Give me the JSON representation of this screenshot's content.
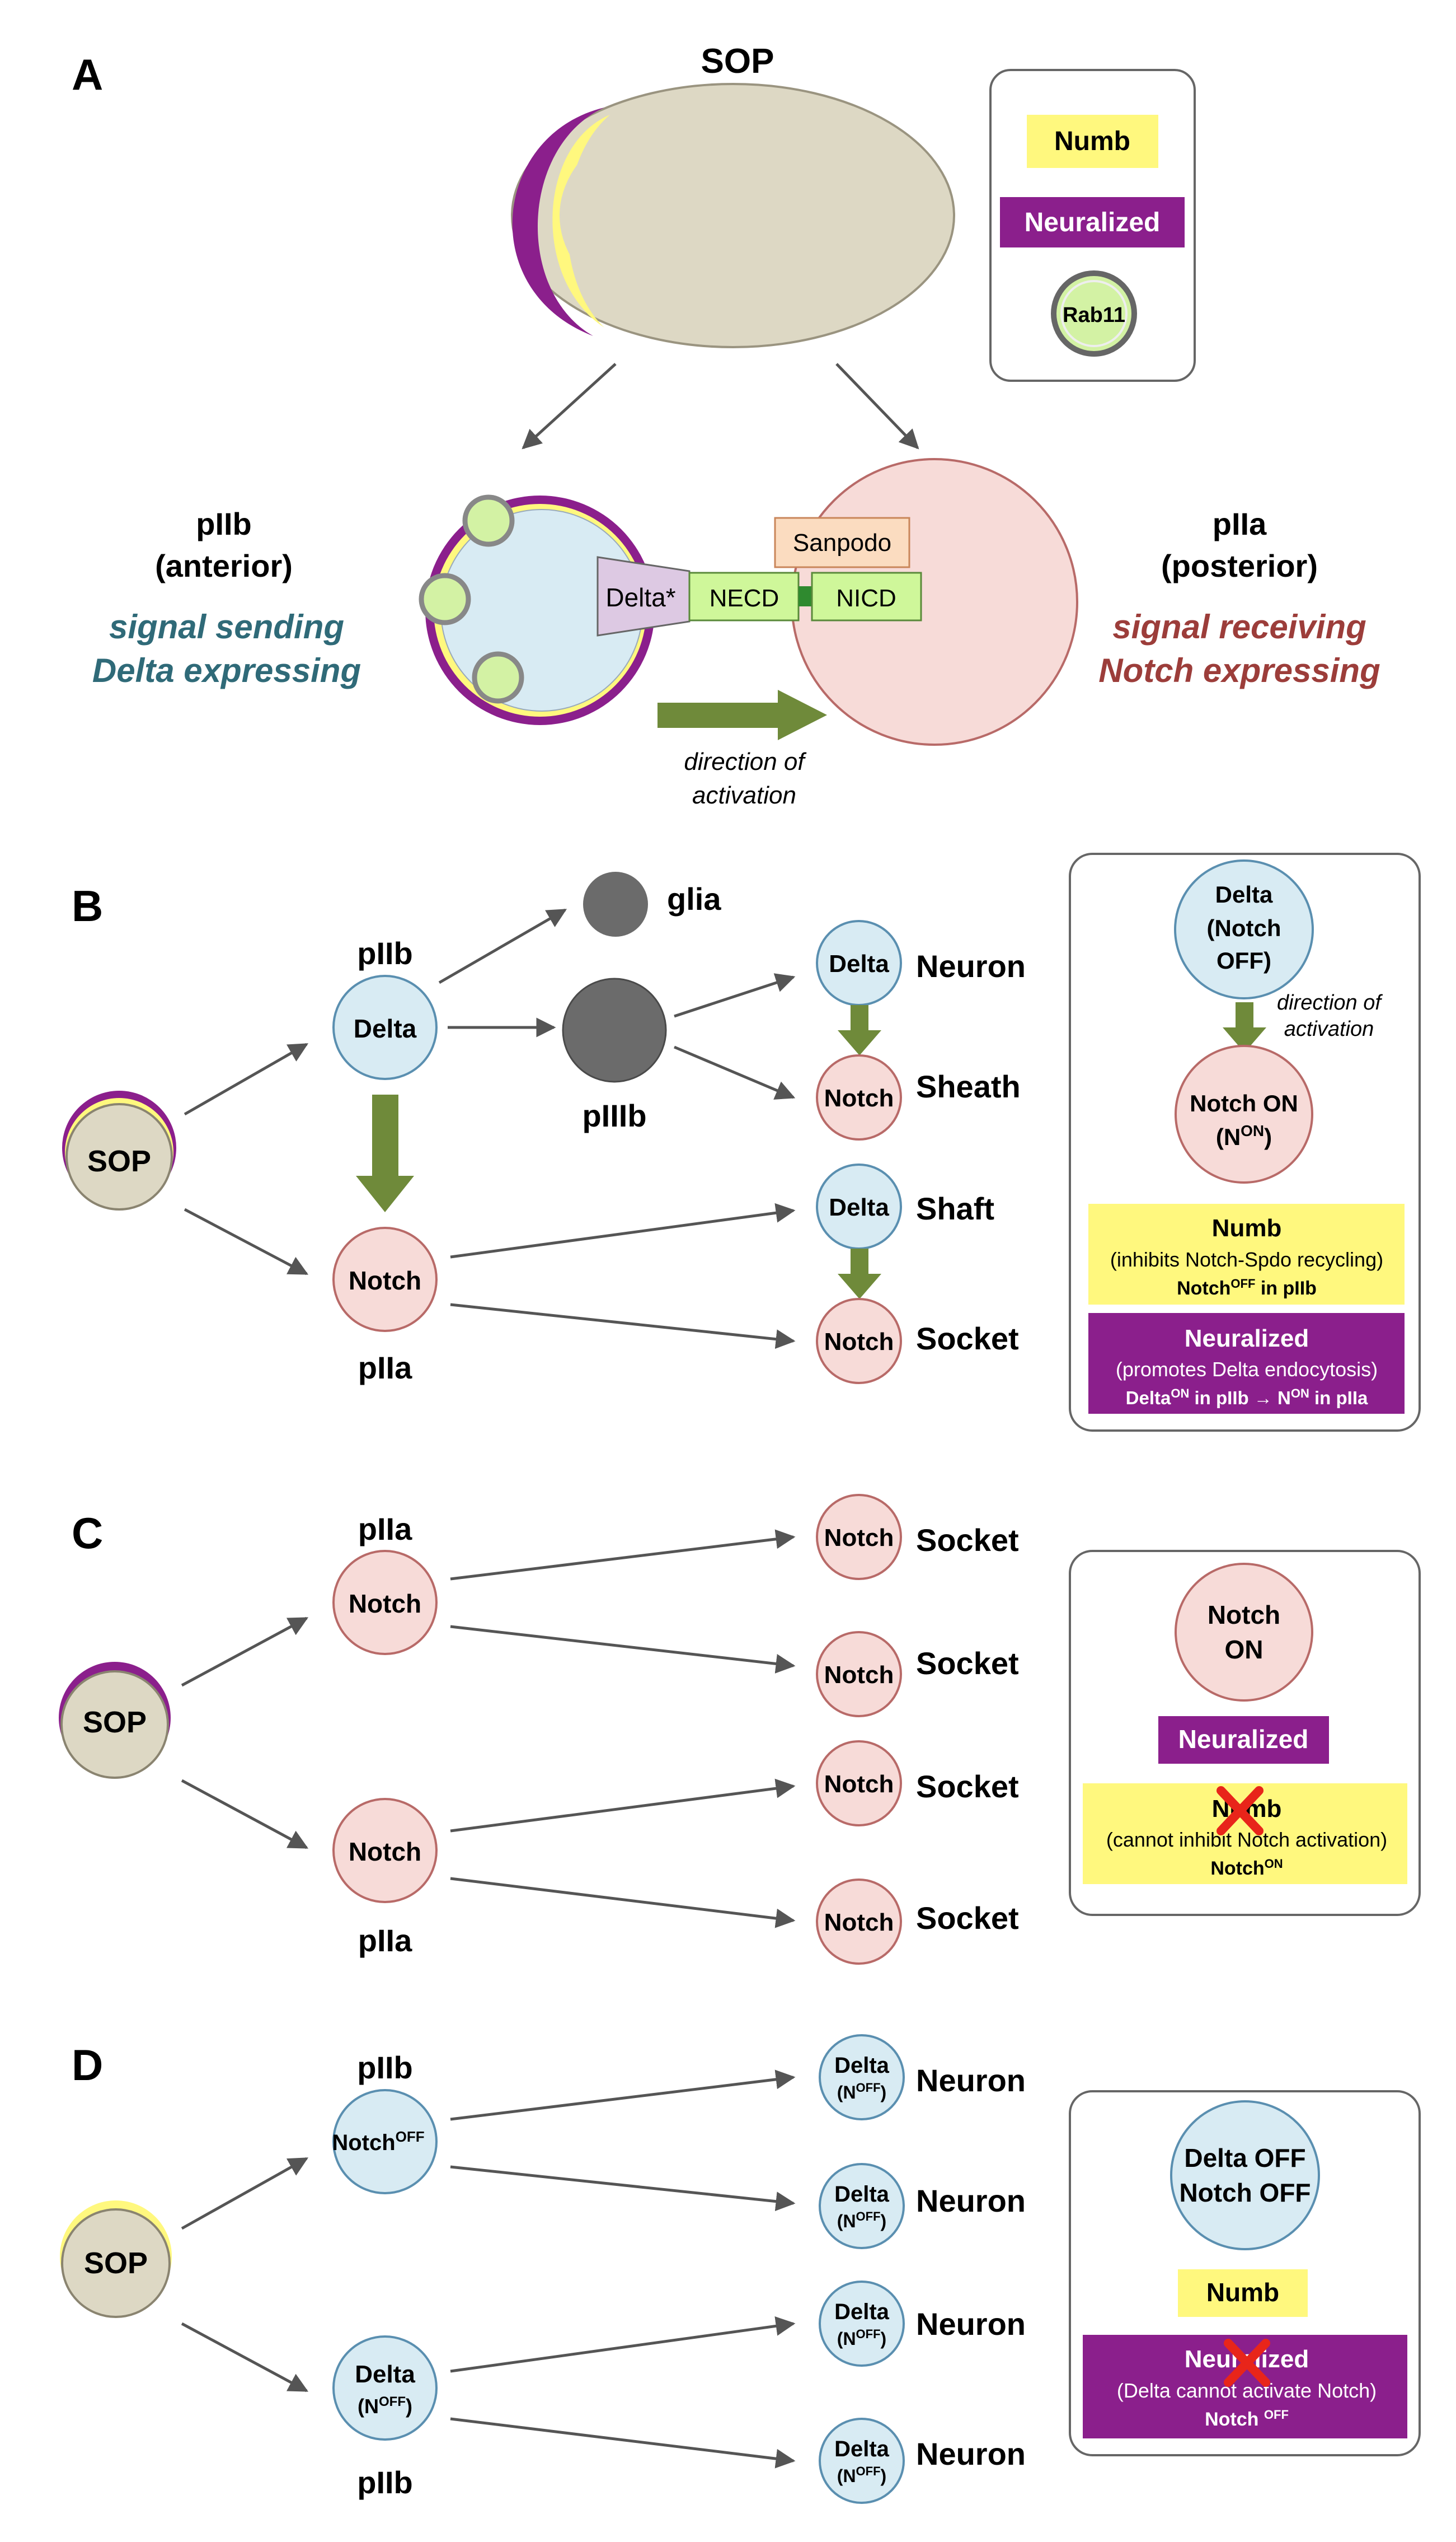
{
  "colors": {
    "delta_fill": "#d8ebf3",
    "delta_stroke": "#5a8fb0",
    "notch_fill": "#f7dbd8",
    "notch_stroke": "#b86a68",
    "sop_fill": "#ddd8c4",
    "sop_stroke": "#8a8470",
    "numb_yellow": "#fff87e",
    "neuralized_purple": "#8b1f8c",
    "rab11_green": "#d3f2a4",
    "activation_green": "#6f8a3a",
    "glia_gray": "#6b6b6b",
    "teal_text": "#2f6a78",
    "red_text": "#9c3d3a",
    "necd_green": "#cff79a",
    "sanpodo_orange": "#fbdcc0",
    "delta_ligand_purple": "#ddc9e3",
    "cross_red": "#e8251a"
  },
  "panelA": {
    "letter": "A",
    "sop_title": "SOP",
    "legend": {
      "numb": "Numb",
      "neuralized": "Neuralized",
      "rab11": "Rab11"
    },
    "piib_name": "pIIb",
    "piib_pos": "(anterior)",
    "piib_role1": "signal sending",
    "piib_role2": "Delta expressing",
    "piia_name": "pIIa",
    "piia_pos": "(posterior)",
    "piia_role1": "signal receiving",
    "piia_role2": "Notch expressing",
    "delta_label": "Delta*",
    "necd": "NECD",
    "nicd": "NICD",
    "sanpodo": "Sanpodo",
    "direction1": "direction of",
    "direction2": "activation"
  },
  "panelB": {
    "letter": "B",
    "sop": "SOP",
    "piib": "pIIb",
    "piia": "pIIa",
    "piiib": "pIIIb",
    "glia": "glia",
    "delta": "Delta",
    "notch": "Notch",
    "neuron": "Neuron",
    "sheath": "Sheath",
    "shaft": "Shaft",
    "socket": "Socket",
    "legend": {
      "delta1": "Delta",
      "delta2": "(Notch",
      "delta3": "OFF)",
      "dir1": "direction of",
      "dir2": "activation",
      "notch1": "Notch ON",
      "notch2_a": "(N",
      "notch2_sup": "ON",
      "notch2_b": ")",
      "numb_title": "Numb",
      "numb_desc": "(inhibits Notch-Spdo recycling)",
      "numb_res_a": "Notch",
      "numb_res_sup": "OFF",
      "numb_res_b": " in pIIb",
      "neur_title": "Neuralized",
      "neur_desc": "(promotes Delta endocytosis)",
      "neur_res_a": "Delta",
      "neur_res_sup1": "ON",
      "neur_res_b": " in pIIb ",
      "neur_res_arrow": "→",
      "neur_res_c": " N",
      "neur_res_sup2": "ON",
      "neur_res_d": " in pIIa"
    }
  },
  "panelC": {
    "letter": "C",
    "sop": "SOP",
    "piia": "pIIa",
    "notch": "Notch",
    "socket": "Socket",
    "legend": {
      "notch1": "Notch",
      "notch2": "ON",
      "neuralized": "Neuralized",
      "numb": "Numb",
      "numb_desc": "(cannot inhibit Notch activation)",
      "numb_res_a": "Notch",
      "numb_res_sup": "ON"
    }
  },
  "panelD": {
    "letter": "D",
    "sop": "SOP",
    "piib": "pIIb",
    "notch_a": "Notch",
    "notch_sup": "OFF",
    "delta": "Delta",
    "n_a": "(N",
    "n_sup": "OFF",
    "n_b": ")",
    "neuron": "Neuron",
    "legend": {
      "line1": "Delta OFF",
      "line2": "Notch OFF",
      "numb": "Numb",
      "neuralized": "Neuralized",
      "neur_desc": "(Delta cannot activate Notch)",
      "res_a": "Notch ",
      "res_sup": "OFF"
    }
  }
}
